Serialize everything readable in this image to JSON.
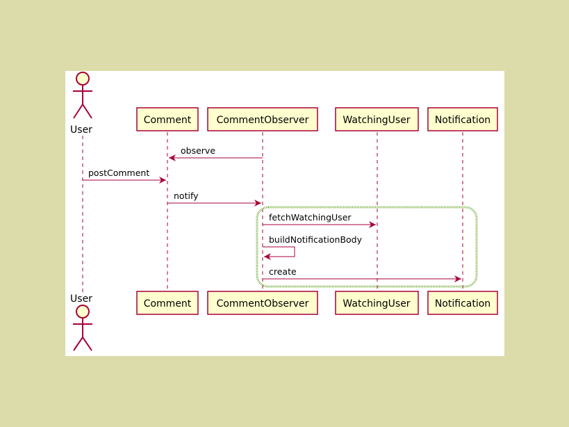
{
  "colors": {
    "page_background": "#dcdcaa",
    "panel_background": "#ffffff",
    "participant_fill": "#fefece",
    "participant_border": "#a80036",
    "message_line": "#a80036",
    "lifeline": "#a80036",
    "highlight_border": "#77b040"
  },
  "participants": {
    "user": "User",
    "comment": "Comment",
    "comment_observer": "CommentObserver",
    "watching_user": "WatchingUser",
    "notification": "Notification"
  },
  "messages": [
    {
      "label": "observe",
      "from": "comment_observer",
      "to": "comment"
    },
    {
      "label": "postComment",
      "from": "user",
      "to": "comment"
    },
    {
      "label": "notify",
      "from": "comment",
      "to": "comment_observer"
    },
    {
      "label": "fetchWatchingUser",
      "from": "comment_observer",
      "to": "watching_user"
    },
    {
      "label": "buildNotificationBody",
      "from": "comment_observer",
      "to": "comment_observer"
    },
    {
      "label": "create",
      "from": "comment_observer",
      "to": "notification"
    }
  ]
}
